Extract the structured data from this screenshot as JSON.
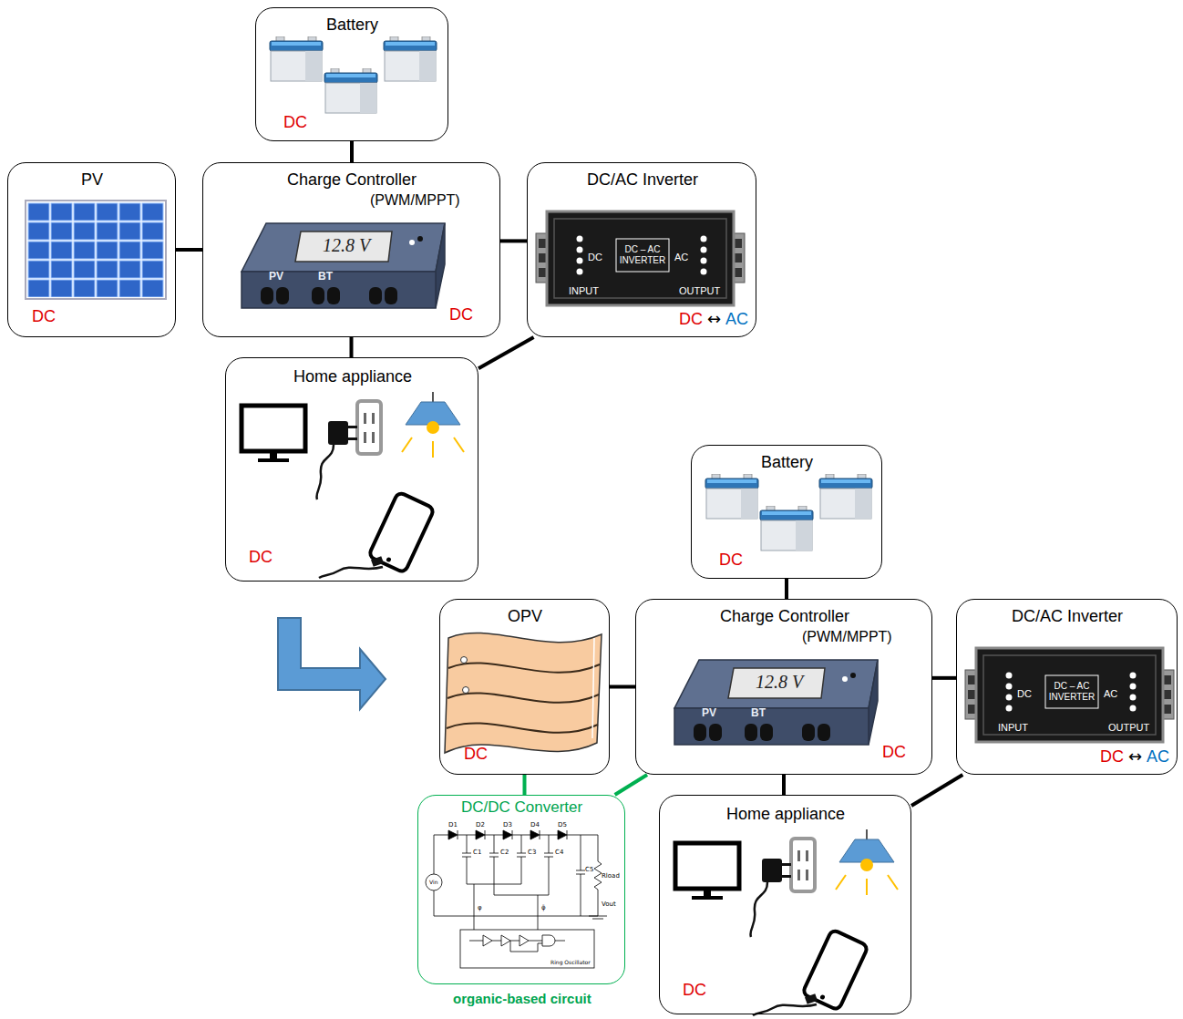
{
  "diagram": {
    "nodes": [
      {
        "text": [
          "Battery",
          "DC"
        ]
      },
      {
        "text": [
          "PV",
          "DC"
        ]
      },
      {
        "text": [
          "Charge Controller",
          "(PWM/MPPT)",
          "DC"
        ]
      },
      {
        "text": [
          "DC/AC Inverter",
          "DC",
          "↔",
          "AC"
        ]
      },
      {
        "text": [
          "Home appliance",
          "DC"
        ]
      },
      {
        "text": [
          "Battery",
          "DC"
        ]
      },
      {
        "text": [
          "OPV",
          "DC"
        ]
      },
      {
        "text": [
          "Charge Controller",
          "(PWM/MPPT)",
          "DC"
        ]
      },
      {
        "text": [
          "DC/AC Inverter",
          "DC",
          "↔",
          "AC"
        ]
      },
      {
        "text": [
          "DC/DC Converter",
          "organic-based circuit"
        ]
      },
      {
        "text": [
          "Home appliance",
          "DC"
        ]
      }
    ],
    "edges": [
      {
        "from": 0,
        "to": 2,
        "arrow": "none"
      },
      {
        "from": 1,
        "to": 2,
        "arrow": "none"
      },
      {
        "from": 2,
        "to": 3,
        "arrow": "none"
      },
      {
        "from": 2,
        "to": 4,
        "arrow": "none"
      },
      {
        "from": 3,
        "to": 4,
        "arrow": "none"
      },
      {
        "from": 5,
        "to": 7,
        "arrow": "none"
      },
      {
        "from": 6,
        "to": 7,
        "arrow": "none"
      },
      {
        "from": 7,
        "to": 8,
        "arrow": "none"
      },
      {
        "from": 7,
        "to": 10,
        "arrow": "none"
      },
      {
        "from": 8,
        "to": 10,
        "arrow": "none"
      },
      {
        "from": 6,
        "to": 9,
        "arrow": "none"
      },
      {
        "from": 9,
        "to": 7,
        "arrow": "none"
      }
    ],
    "labels": [
      "12.8 V",
      "PV",
      "BT",
      "DC",
      "DC – AC INVERTER",
      "AC",
      "INPUT",
      "OUTPUT",
      "12.8 V",
      "PV",
      "BT",
      "DC",
      "DC – AC INVERTER",
      "AC",
      "INPUT",
      "OUTPUT",
      "D1",
      "D2",
      "D3",
      "D4",
      "D5",
      "C1",
      "C2",
      "C3",
      "C4",
      "C5",
      "Vin",
      "Vout",
      "Rload",
      "Ring Oscillator",
      "φ",
      "φ̄"
    ]
  }
}
